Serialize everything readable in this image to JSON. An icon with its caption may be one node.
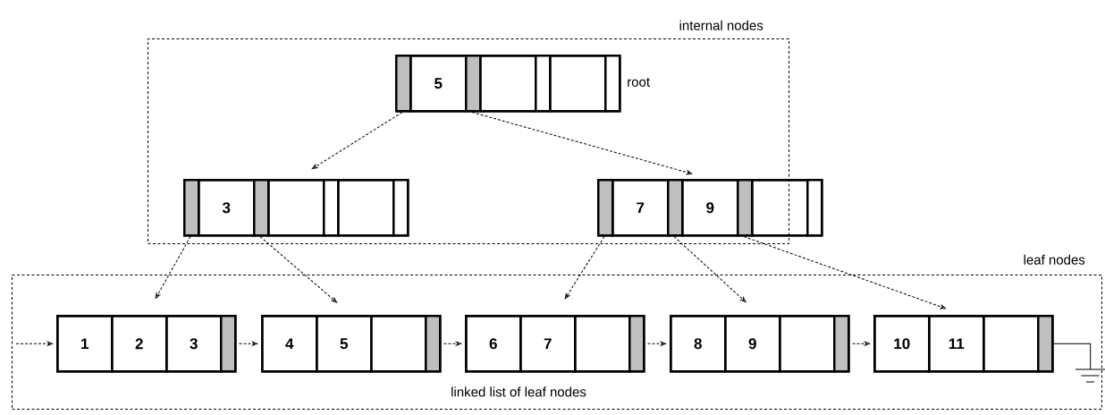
{
  "diagram": {
    "nodes": [
      {
        "text": [
          "internal nodes"
        ]
      },
      {
        "text": [
          "5"
        ],
        "in": 0,
        "beside": [
          "root"
        ]
      },
      {
        "text": [
          "3"
        ],
        "in": 0
      },
      {
        "text": [
          "7",
          "9"
        ],
        "in": 0
      },
      {
        "text": [
          "leaf nodes",
          "linked list of leaf nodes"
        ]
      },
      {
        "text": [
          "1",
          "2",
          "3"
        ],
        "in": 4
      },
      {
        "text": [
          "4",
          "5"
        ],
        "in": 4
      },
      {
        "text": [
          "6",
          "7"
        ],
        "in": 4
      },
      {
        "text": [
          "8",
          "9"
        ],
        "in": 4
      },
      {
        "text": [
          "10",
          "11"
        ],
        "in": 4
      },
      {
        "text": [],
        "shape": "ground",
        "in": 4
      }
    ],
    "edges": [
      {
        "from": 1,
        "to": 2,
        "arrow": "to",
        "style": "dashed"
      },
      {
        "from": 1,
        "to": 3,
        "arrow": "to",
        "style": "dashed"
      },
      {
        "from": 2,
        "to": 5,
        "arrow": "to",
        "style": "dashed"
      },
      {
        "from": 2,
        "to": 6,
        "arrow": "to",
        "style": "dashed"
      },
      {
        "from": 3,
        "to": 7,
        "arrow": "to",
        "style": "dashed"
      },
      {
        "from": 3,
        "to": 8,
        "arrow": "to",
        "style": "dashed"
      },
      {
        "from": 3,
        "to": 9,
        "arrow": "to",
        "style": "dashed"
      },
      {
        "from": null,
        "to": 5,
        "arrow": "to",
        "style": "dashed"
      },
      {
        "from": 5,
        "to": 6,
        "arrow": "to",
        "style": "dashed"
      },
      {
        "from": 6,
        "to": 7,
        "arrow": "to",
        "style": "dashed"
      },
      {
        "from": 7,
        "to": 8,
        "arrow": "to",
        "style": "dashed"
      },
      {
        "from": 8,
        "to": 9,
        "arrow": "to",
        "style": "dashed"
      },
      {
        "from": 9,
        "to": 10,
        "arrow": "none"
      }
    ]
  }
}
